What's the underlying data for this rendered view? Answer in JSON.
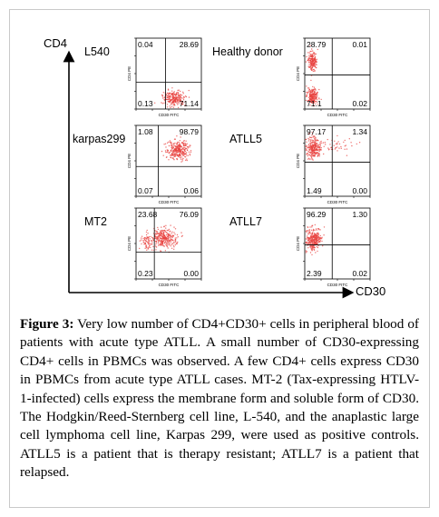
{
  "figure": {
    "y_axis_label": "CD4",
    "x_axis_label": "CD30",
    "plot_axis_x_label": "CD30 FITC",
    "plot_axis_y_label": "CD4 PE",
    "panels": [
      {
        "id": "l540",
        "label": "L540",
        "quadrants": {
          "ul": "0.04",
          "ur": "28.69",
          "ll": "0.13",
          "lr": "71.14"
        }
      },
      {
        "id": "healthy-donor",
        "label": "Healthy donor",
        "quadrants": {
          "ul": "28.79",
          "ur": "0.01",
          "ll": "71.1",
          "lr": "0.02"
        }
      },
      {
        "id": "karpas299",
        "label": "karpas299",
        "quadrants": {
          "ul": "1.08",
          "ur": "98.79",
          "ll": "0.07",
          "lr": "0.06"
        }
      },
      {
        "id": "atll5",
        "label": "ATLL5",
        "quadrants": {
          "ul": "97.17",
          "ur": "1.34",
          "ll": "1.49",
          "lr": "0.00"
        }
      },
      {
        "id": "mt2",
        "label": "MT2",
        "quadrants": {
          "ul": "23.68",
          "ur": "76.09",
          "ll": "0.23",
          "lr": "0.00"
        }
      },
      {
        "id": "atll7",
        "label": "ATLL7",
        "quadrants": {
          "ul": "96.29",
          "ur": "1.30",
          "ll": "2.39",
          "lr": "0.02"
        }
      }
    ],
    "colors": {
      "dots": "#e8413f",
      "axis": "#000000",
      "frame": "#c9c9c9"
    }
  },
  "caption": {
    "label": "Figure 3:",
    "text": " Very low number of CD4+CD30+ cells in peripheral blood of patients with acute type ATLL. A small number of CD30-expressing CD4+ cells in PBMCs was observed. A few CD4+ cells express CD30 in PBMCs from acute type ATLL cases. MT-2 (Tax-expressing HTLV-1-infected) cells express the membrane form and soluble form of CD30. The Hodgkin/Reed-Sternberg cell line, L-540, and the anaplastic large cell lymphoma cell line, Karpas 299, were used as positive controls. ATLL5 is a patient that is therapy resistant; ATLL7 is a patient that relapsed."
  }
}
